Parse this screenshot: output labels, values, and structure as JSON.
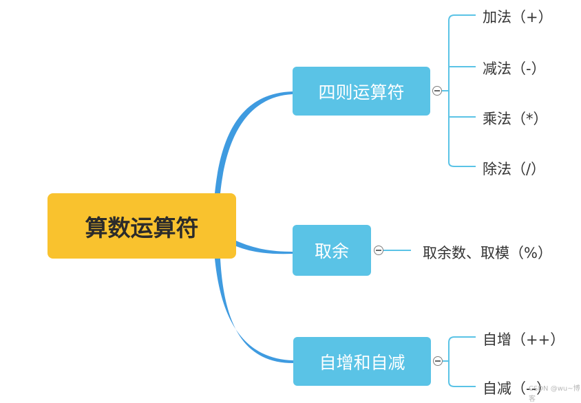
{
  "root": {
    "label": "算数运算符"
  },
  "branches": [
    {
      "label": "四则运算符",
      "children": [
        "加法（+）",
        "减法（-）",
        "乘法（*）",
        "除法（/）"
      ]
    },
    {
      "label": "取余",
      "children": [
        "取余数、取模（%）"
      ]
    },
    {
      "label": "自增和自减",
      "children": [
        "自增（++）",
        "自减（--）"
      ]
    }
  ],
  "watermark": "CSDN @wu~博客",
  "colors": {
    "root": "#f9c22e",
    "branch": "#5ac3e6",
    "connector": "#3f9be0",
    "leaf_line": "#5ac3e6"
  }
}
